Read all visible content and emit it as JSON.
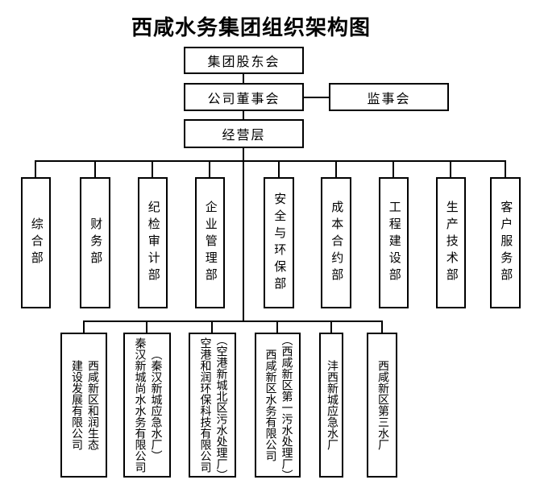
{
  "title": "西咸水务集团组织架构图",
  "hierarchy": {
    "shareholders": "集团股东会",
    "board": "公司董事会",
    "supervisory": "监事会",
    "management": "经营层"
  },
  "departments": [
    "综合部",
    "财务部",
    "纪检审计部",
    "企业管理部",
    "安全与环保部",
    "成本合约部",
    "工程建设部",
    "生产技术部",
    "客户服务部"
  ],
  "subsidiaries": [
    {
      "name": "西咸新区和润生态建设发展有限公司",
      "columns": [
        "建设发展有限公司",
        "西咸新区和润生态"
      ]
    },
    {
      "name": "秦汉新城尚水水务有限公司（秦汉新城应急水厂）",
      "columns": [
        "秦汉新城尚水水务有限公司",
        "（秦汉新城应急水厂）"
      ]
    },
    {
      "name": "空港和润环保科技有限公司（空港新城北区污水处理厂）",
      "columns": [
        "空港和润环保科技有限公司",
        "（空港新城北区污水处理厂）"
      ]
    },
    {
      "name": "西咸新区水务有限公司（西咸新区第一污水处理厂）",
      "columns": [
        "西咸新区水务有限公司",
        "（西咸新区第一污水处理厂）"
      ]
    },
    {
      "name": "沣西新城应急水厂",
      "columns": [
        "沣西新城应急水厂"
      ]
    },
    {
      "name": "西咸新区第三水厂",
      "columns": [
        "西咸新区第三水厂"
      ]
    }
  ],
  "colors": {
    "background": "#ffffff",
    "text": "#000000",
    "line": "#000000"
  }
}
